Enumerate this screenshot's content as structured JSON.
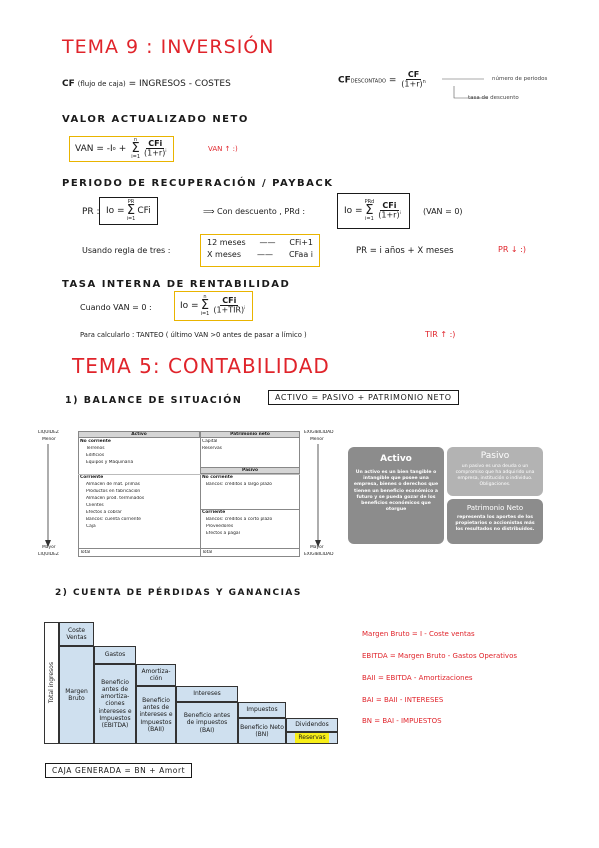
{
  "tema9": {
    "title": "TEMA 9 : INVERSIÓN",
    "cf_lhs": "CF",
    "cf_paren": "(flujo de caja)",
    "cf_rhs": "= INGRESOS  -  COSTES",
    "cfd_label": "CF",
    "cfd_sub": "DESCONTADO",
    "cfd_eq": "=",
    "cfd_num": "CF",
    "cfd_den": "(1+r)",
    "cfd_exp": "n",
    "note_periods": "número de periodos",
    "note_rate": "tasa de descuento",
    "van_heading": "VALOR ACTUALIZADO NETO",
    "van_formula_lhs": "VAN = -I",
    "van_formula_sub": "o",
    "van_formula_plus": "+",
    "van_frac_num": "CFi",
    "van_frac_den": "(1+r)",
    "van_frac_exp": "i",
    "sum_top": "n",
    "sum_bottom": "i=1",
    "van_note": "VAN ↑ :)",
    "payback_heading": "PERIODO DE RECUPERACIÓN / PAYBACK",
    "pr_label": "PR :",
    "pr_formula": "Io =",
    "pr_sum_top": "PR",
    "pr_term": "CFi",
    "pr_arrow": "⟹  Con descuento , PRd :",
    "prd_formula": "Io =",
    "prd_sum_top": "PRd",
    "prd_frac_num": "CFi",
    "prd_frac_den": "(1+r)",
    "prd_frac_exp": "i",
    "prd_cond": "(VAN = 0)",
    "regla_label": "Usando regla de tres :",
    "regla_row1_left": "12 meses",
    "regla_row1_right": "CFi+1",
    "regla_row2_left": "X meses",
    "regla_row2_right": "CFaa i",
    "pr_result": "PR = i años  +  X meses",
    "pr_note": "PR ↓ :)",
    "tir_heading": "TASA INTERNA DE RENTABILIDAD",
    "tir_cond": "Cuando  VAN = 0  :",
    "tir_formula": "Io =",
    "tir_frac_num": "CFi",
    "tir_frac_den": "(1+TIR)",
    "tir_frac_exp": "i",
    "tir_calc": "Para calcularlo : TANTEO  ( último VAN >0  antes de pasar a límico )",
    "tir_note": "TIR ↑ :)"
  },
  "tema5": {
    "title": "TEMA 5: CONTABILIDAD",
    "balance_heading": "1)  BALANCE DE SITUACIÓN",
    "balance_eq": "ACTIVO  =  PASIVO  +  PATRIMONIO NETO",
    "pyg_heading": "2)  CUENTA DE PÉRDIDAS Y GANANCIAS",
    "caja": "CAJA GENERADA  =  BN + Amort"
  },
  "balance_table": {
    "liquidez_top": "LIQUIDEZ",
    "menor_left": "Menor",
    "mayor_left": "Mayor",
    "liquidez_bottom": "LIQUIDEZ",
    "exig_top": "EXIGIBILIDAD",
    "menor_right": "Menor",
    "mayor_right": "Mayor",
    "exig_bottom": "EXIGIBILIDAD",
    "activo_header": "Activo",
    "pn_header": "Patrimonio neto",
    "pasivo_header": "Pasivo",
    "no_corriente": "No corriente",
    "activo_nc_items": [
      "Terrenos",
      "Edificios",
      "Equipos y Maquinaria"
    ],
    "corriente": "Corriente",
    "activo_c_items": [
      "Almacén de mat. primas",
      "Productos en fabricación",
      "Almacén prod. terminados",
      "Clientes",
      "Efectos a cobrar",
      "Bancos: cuenta corriente",
      "Caja"
    ],
    "pn_items": [
      "Capital",
      "Reservas"
    ],
    "pasivo_nc": "No corriente",
    "pasivo_nc_items": [
      "Bancos: créditos a largo plazo"
    ],
    "pasivo_c": "Corriente",
    "pasivo_c_items": [
      "Bancos: créditos a corto plazo",
      "Proveedores",
      "Efectos a pagar"
    ],
    "total_left": "Total",
    "total_right": "Total"
  },
  "concept_boxes": {
    "activo_title": "Activo",
    "activo_desc": "Un activo es un bien tangible o intangible que posee una empresa, bienes o derechos que tienen un beneficio económico a futuro y se pueda gozar de los beneficios económicos que otorgue",
    "pasivo_title": "Pasivo",
    "pasivo_desc": "un pasivo es una deuda o un compromiso que ha adquirido una empresa, institución o individuo. Obligaciones.",
    "pn_title": "Patrimonio Neto",
    "pn_desc": "representa los aportes de los propietarios o accionistas más los resultados no distribuidos."
  },
  "income_chart": {
    "total_ingresos": "Total ingresos",
    "coste_ventas": "Coste Ventas",
    "margen_bruto": "Margen Bruto",
    "gastos": "Gastos",
    "ebitda": "Beneficio antes de amortiza-ciones intereses e Impuestos (EBITDA)",
    "amortizacion": "Amortiza-ción",
    "bai_i": "Beneficio antes de intereses e Impuestos (BAII)",
    "intereses": "Intereses",
    "bai": "Beneficio antes de impuestos (BAI)",
    "impuestos": "Impuestos",
    "bn": "Beneficio Neto (BN)",
    "dividendos": "Dividendos",
    "reservas": "Reservas"
  },
  "formulas": [
    "Margen Bruto = I -  Coste ventas",
    "EBITDA  =  Margen Bruto  -  Gastos Operativos",
    "BAII  =  EBITDA  -  Amortizaciones",
    "BAI  =  BAII   -  INTERESES",
    "BN  =  BAI   -  IMPUESTOS"
  ],
  "colors": {
    "red": "#e0242b",
    "yellow_box": "#e9b400",
    "chart_blue": "#cfe0ef",
    "reservas_yellow": "#f7ee18",
    "grey_dark": "#8c8c8c",
    "grey_light": "#b3b3b3"
  }
}
